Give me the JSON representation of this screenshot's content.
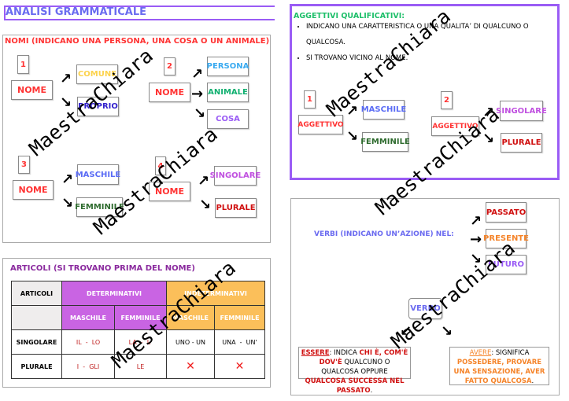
{
  "title": "ANALISI GRAMMATICALE",
  "nomi": {
    "heading": "NOMI (INDICANO UNA PERSONA, UNA COSA O UN ANIMALE)",
    "group1": {
      "num": "1",
      "root": "NOME",
      "items": [
        "COMUNE",
        "PROPRIO"
      ]
    },
    "group2": {
      "num": "2",
      "root": "NOME",
      "items": [
        "PERSONA",
        "ANIMALE",
        "COSA"
      ]
    },
    "group3": {
      "num": "3",
      "root": "NOME",
      "items": [
        "MASCHILE",
        "FEMMINILE"
      ]
    },
    "group4": {
      "num": "4",
      "root": "NOME",
      "items": [
        "SINGOLARE",
        "PLURALE"
      ]
    }
  },
  "aggettivi": {
    "heading": "AGGETTIVI QUALIFICATIVI:",
    "bullets": [
      "INDICANO UNA CARATTERISTICA O UNA QUALITA’ DI QUALCUNO O QUALCOSA.",
      "SI TROVANO VICINO AL NOME."
    ],
    "group1": {
      "num": "1",
      "root": "AGGETTIVO",
      "items": [
        "MASCHILE",
        "FEMMINILE"
      ]
    },
    "group2": {
      "num": "2",
      "root": "AGGETTIVO",
      "items": [
        "SINGOLARE",
        "PLURALE"
      ]
    }
  },
  "articoli": {
    "heading": "ARTICOLI (SI TROVANO PRIMA DEL NOME)",
    "corner": "ARTICOLI",
    "det": "DETERMINATIVI",
    "indet": "INDETERMINATIVI",
    "sub": [
      "MASCHILE",
      "FEMMINILE",
      "MASCHILE",
      "FEMMINILE"
    ],
    "rows": [
      {
        "label": "SINGOLARE",
        "cells": [
          "IL  -  LO",
          "LA  -  L'",
          "UNO - UN",
          "UNA  -  UN'"
        ]
      },
      {
        "label": "PLURALE",
        "cells": [
          "I  -  GLI",
          "LE",
          "✕",
          "✕"
        ]
      }
    ],
    "colors": {
      "det": "#c964e3",
      "indet": "#fbbf5a"
    }
  },
  "verbi": {
    "heading": "VERBI (INDICANO UN’AZIONE) NEL:",
    "tenses": [
      "PASSATO",
      "PRESENTE",
      "FUTURO"
    ],
    "root": "VERBO",
    "essere": {
      "k": "ESSERE",
      ":": ":",
      "t1": " INDICA ",
      "h1": "CHI È, COM'È",
      "t2": " ",
      "h2": "DOV'È",
      "t3": " QUALCUNO O QUALCOSA OPPURE ",
      "h3": "QUALCOSA SUCCESSA NEL PASSATO",
      "end": "."
    },
    "avere": {
      "k": "AVERE",
      "t1": ": SIGNIFICA ",
      "h1": "POSSEDERE, PROVARE UNA SENSAZIONE, AVER FATTO QUALCOSA",
      "end": "."
    }
  },
  "watermark": "MaestraChiara"
}
